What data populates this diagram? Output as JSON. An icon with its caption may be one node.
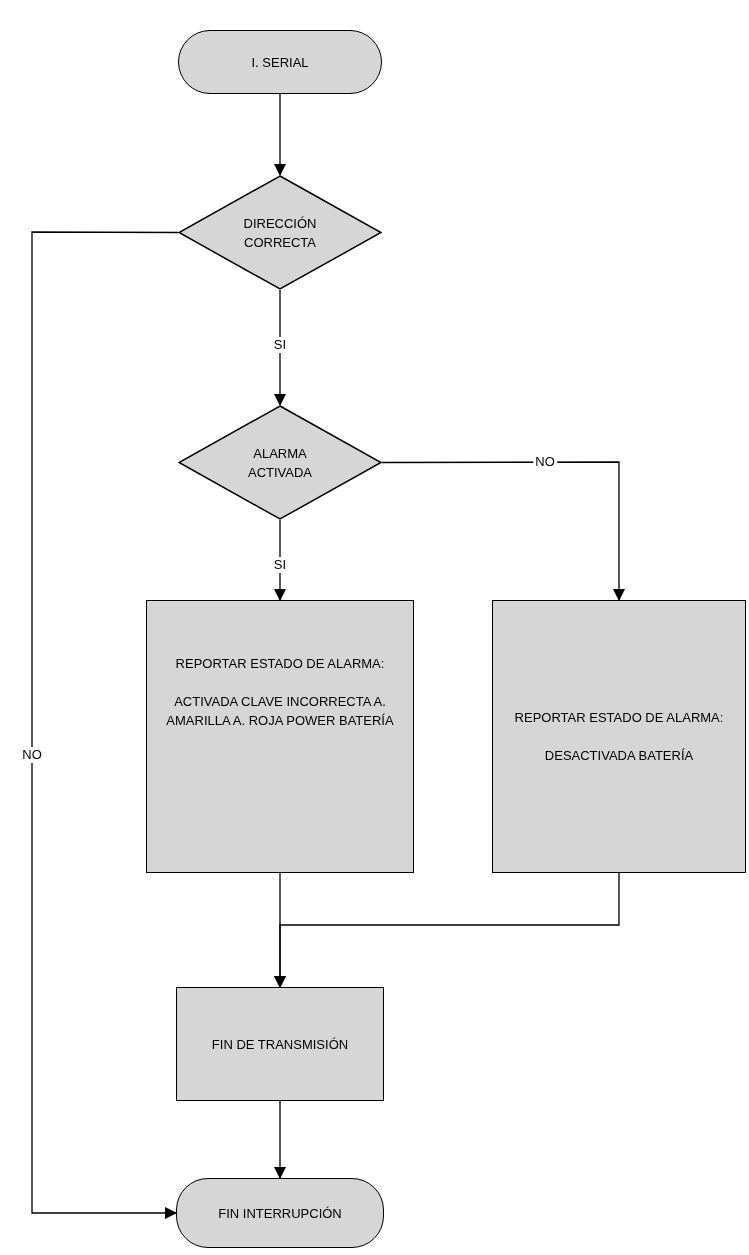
{
  "diagram": {
    "nodes": [
      {
        "text": [
          "I. SERIAL"
        ]
      },
      {
        "text": [
          "DIRECCIÓN CORRECTA"
        ]
      },
      {
        "text": [
          "ALARMA ACTIVADA"
        ]
      },
      {
        "text": [
          "REPORTAR ESTADO DE ALARMA:",
          "ACTIVADA CLAVE INCORRECTA A. AMARILLA A. ROJA POWER BATERÍA"
        ]
      },
      {
        "text": [
          "REPORTAR ESTADO DE ALARMA:",
          "DESACTIVADA BATERÍA"
        ]
      },
      {
        "text": [
          "FIN DE TRANSMISIÓN"
        ]
      },
      {
        "text": [
          "FIN INTERRUPCIÓN"
        ]
      }
    ],
    "edges": [
      {
        "from": 0,
        "to": 1,
        "arrow": "to"
      },
      {
        "from": 1,
        "to": 2,
        "arrow": "to",
        "label": "SI"
      },
      {
        "from": 2,
        "to": 3,
        "arrow": "to",
        "label": "SI"
      },
      {
        "from": 2,
        "to": 4,
        "arrow": "to",
        "label": "NO"
      },
      {
        "from": 3,
        "to": 5,
        "arrow": "to"
      },
      {
        "from": 4,
        "to": 5,
        "arrow": "to"
      },
      {
        "from": 1,
        "to": 6,
        "arrow": "to",
        "label": "NO"
      },
      {
        "from": 5,
        "to": 6,
        "arrow": "to"
      }
    ]
  }
}
